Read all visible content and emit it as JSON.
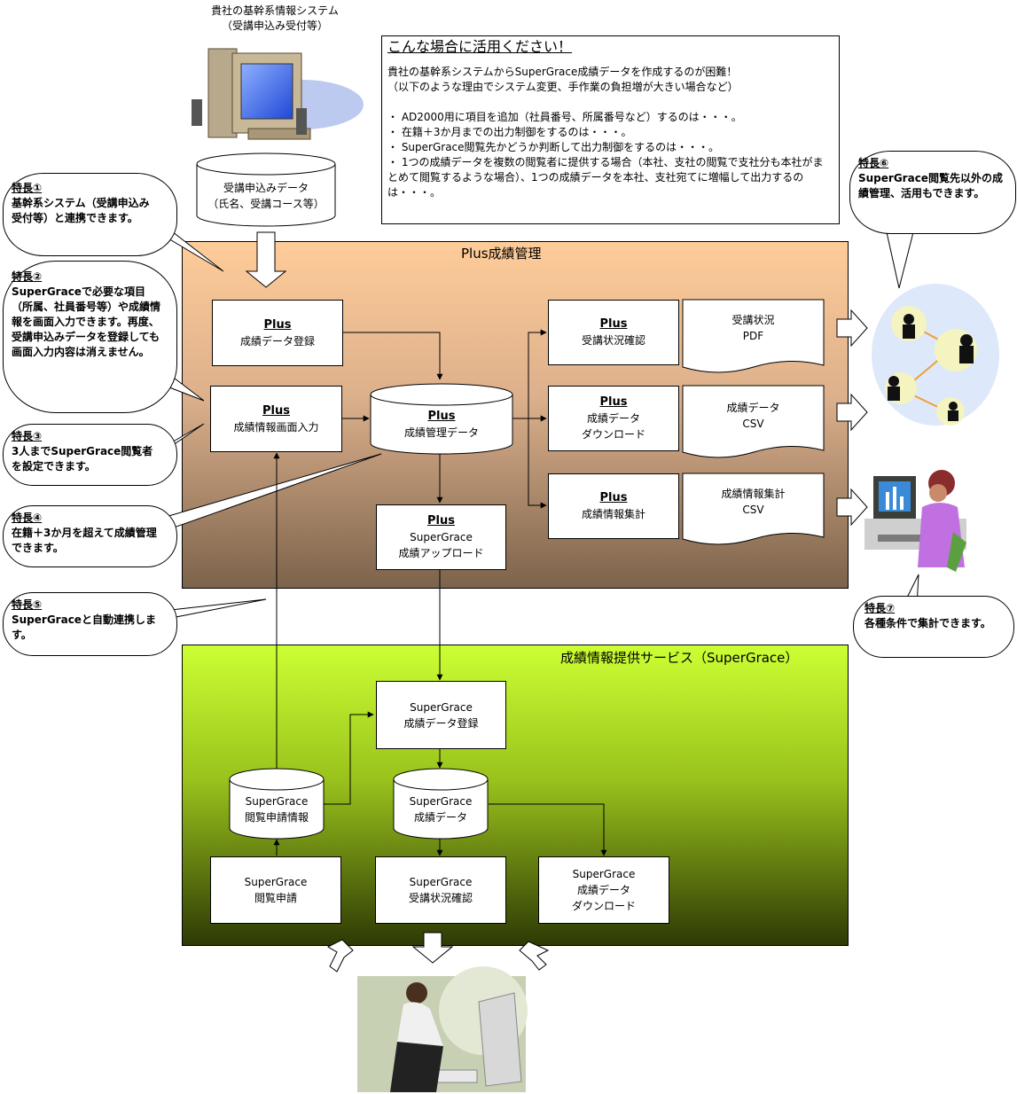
{
  "top_system": {
    "line1": "貴社の基幹系情報システム",
    "line2": "（受講申込み受付等）"
  },
  "enroll_data": {
    "line1": "受講申込みデータ",
    "line2": "（氏名、受講コース等）"
  },
  "info_box": {
    "title": "こんな場合に活用ください！",
    "intro1": "貴社の基幹系システムからSuperGrace成績データを作成するのが困難！",
    "intro2": "（以下のような理由でシステム変更、手作業の負担増が大きい場合など）",
    "bullets": [
      "・ AD2000用に項目を追加（社員番号、所属番号など）するのは・・・。",
      "・ 在籍＋3か月までの出力制御をするのは・・・。",
      "・ SuperGrace閲覧先かどうか判断して出力制御をするのは・・・。",
      "・ 1つの成績データを複数の閲覧者に提供する場合（本社、支社の閲覧で支社分も本社がまとめて閲覧するような場合）、1つの成績データを本社、支社宛てに増幅して出力するのは・・・。"
    ]
  },
  "plus_panel": {
    "title": "Plus成績管理",
    "reg": {
      "head": "Plus",
      "label": "成績データ登録"
    },
    "input": {
      "head": "Plus",
      "label": "成績情報画面入力"
    },
    "db": {
      "head": "Plus",
      "label": "成績管理データ"
    },
    "upload": {
      "head": "Plus",
      "label1": "SuperGrace",
      "label2": "成績アップロード"
    },
    "status": {
      "head": "Plus",
      "label": "受講状況確認"
    },
    "download": {
      "head": "Plus",
      "label1": "成績データ",
      "label2": "ダウンロード"
    },
    "summary": {
      "head": "Plus",
      "label": "成績情報集計"
    },
    "doc_pdf": {
      "line1": "受講状況",
      "line2": "PDF"
    },
    "doc_csv1": {
      "line1": "成績データ",
      "line2": "CSV"
    },
    "doc_csv2": {
      "line1": "成績情報集計",
      "line2": "CSV"
    }
  },
  "sg_panel": {
    "title": "成績情報提供サービス（SuperGrace）",
    "reg": {
      "line1": "SuperGrace",
      "line2": "成績データ登録"
    },
    "view_info": {
      "line1": "SuperGrace",
      "line2": "閲覧申請情報"
    },
    "grade_db": {
      "line1": "SuperGrace",
      "line2": "成績データ"
    },
    "apply": {
      "line1": "SuperGrace",
      "line2": "閲覧申請"
    },
    "status": {
      "line1": "SuperGrace",
      "line2": "受講状況確認"
    },
    "download": {
      "line1": "SuperGrace",
      "line2": "成績データ",
      "line3": "ダウンロード"
    }
  },
  "callouts": {
    "f1": {
      "title": "特長①",
      "text": "基幹系システム（受講申込み受付等）と連携できます。"
    },
    "f2": {
      "title": "特長②",
      "text": "SuperGraceで必要な項目（所属、社員番号等）や成績情報を画面入力できます。再度、受講申込みデータを登録しても画面入力内容は消えません。"
    },
    "f3": {
      "title": "特長③",
      "text": "3人までSuperGrace閲覧者を設定できます。"
    },
    "f4": {
      "title": "特長④",
      "text": "在籍＋3か月を超えて成績管理できます。"
    },
    "f5": {
      "title": "特長⑤",
      "text": "SuperGraceと自動連携します。"
    },
    "f6": {
      "title": "特長⑥",
      "text": "SuperGrace閲覧先以外の成績管理、活用もできます。"
    },
    "f7": {
      "title": "特長⑦",
      "text": "各種条件で集計できます。"
    }
  },
  "icons": [
    "computer-icon",
    "network-people-icon",
    "woman-at-computer-icon",
    "person-at-computer-icon"
  ],
  "colors": {
    "plus_top": "#ffcc99",
    "plus_bottom": "#7c634b",
    "sg_top": "#ccff33",
    "sg_bottom": "#2e3a05"
  }
}
